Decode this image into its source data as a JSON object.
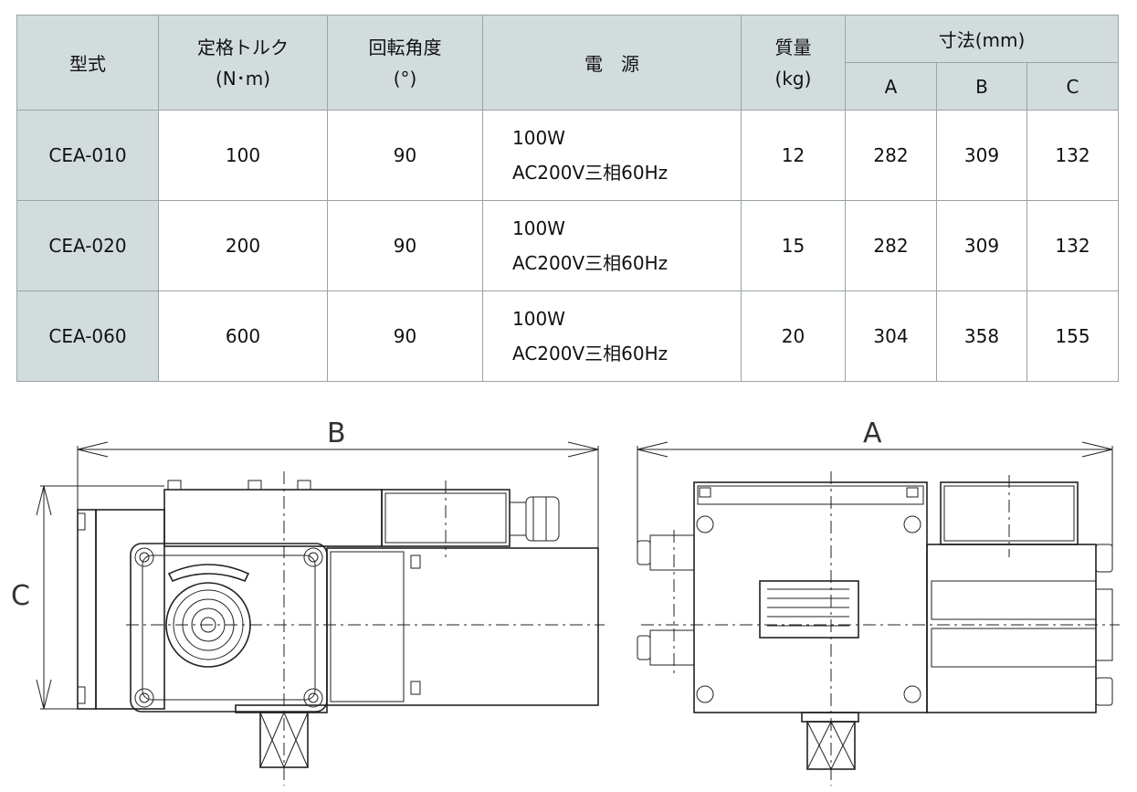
{
  "table": {
    "headers": {
      "model": "型式",
      "torque_1": "定格トルク",
      "torque_2": "(N･m)",
      "angle_1": "回転角度",
      "angle_2": "(°)",
      "power": "電　源",
      "mass_1": "質量",
      "mass_2": "(kg)",
      "dims": "寸法(mm)",
      "dim_a": "A",
      "dim_b": "B",
      "dim_c": "C"
    },
    "rows": [
      {
        "model": "CEA-010",
        "torque": "100",
        "angle": "90",
        "power_1": "100W",
        "power_2": "AC200V三相60Hz",
        "mass": "12",
        "a": "282",
        "b": "309",
        "c": "132"
      },
      {
        "model": "CEA-020",
        "torque": "200",
        "angle": "90",
        "power_1": "100W",
        "power_2": "AC200V三相60Hz",
        "mass": "15",
        "a": "282",
        "b": "309",
        "c": "132"
      },
      {
        "model": "CEA-060",
        "torque": "600",
        "angle": "90",
        "power_1": "100W",
        "power_2": "AC200V三相60Hz",
        "mass": "20",
        "a": "304",
        "b": "358",
        "c": "155"
      }
    ]
  },
  "drawing": {
    "label_b": "B",
    "label_a": "A",
    "label_c": "C"
  }
}
